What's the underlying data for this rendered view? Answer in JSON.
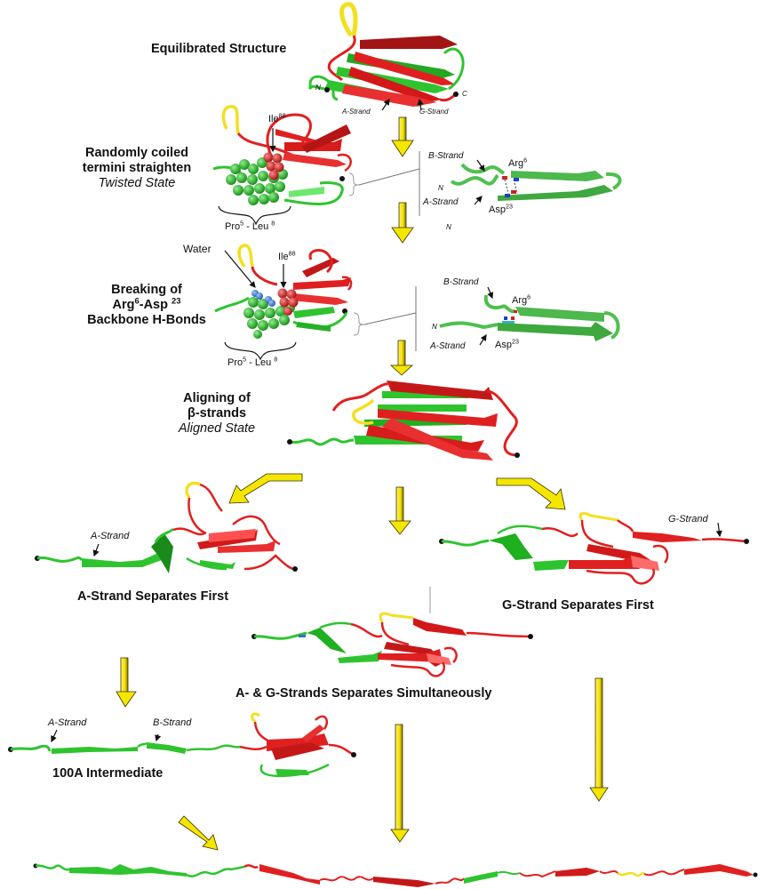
{
  "figure": {
    "description": "Unfolding pathway of a beta-sandwich protein domain",
    "colors": {
      "strand_green": "#2fc42f",
      "strand_red": "#e02020",
      "loop_yellow": "#f2e020",
      "arrow_yellow": "#f5e600",
      "arrow_outline": "#3a3200",
      "sphere_blue": "#3c7fd6",
      "terminus_black": "#111111",
      "bracket_gray": "#777777"
    }
  },
  "stages": {
    "equilibrated": {
      "title": "Equilibrated Structure",
      "labels": {
        "n_term": "N",
        "c_term": "C",
        "a_strand": "A-Strand",
        "g_strand": "G-Strand"
      }
    },
    "twisted": {
      "title_line1": "Randomly coiled",
      "title_line2": "termini straighten",
      "subtitle": "Twisted State",
      "labels": {
        "ile_base": "Ile",
        "ile_sup": "88",
        "pro_base": "Pro",
        "pro_sup": "5",
        "leu_base": " - Leu ",
        "leu_sup": "8"
      },
      "inset": {
        "b_strand": "B-Strand",
        "a_strand": "A-Strand",
        "n_term": "N",
        "n_term2": "N",
        "arg_base": "Arg",
        "arg_sup": "6",
        "asp_base": "Asp",
        "asp_sup": "23"
      }
    },
    "breaking": {
      "title_line1": "Breaking of",
      "title_line2_a": "Arg",
      "title_line2_sup1": "6",
      "title_line2_b": "-Asp ",
      "title_line2_sup2": "23",
      "title_line3": "Backbone H-Bonds",
      "labels": {
        "water": "Water",
        "ile_base": "Ile",
        "ile_sup": "88",
        "pro_base": "Pro",
        "pro_sup": "5",
        "leu_base": " - Leu ",
        "leu_sup": "8"
      },
      "inset": {
        "b_strand": "B-Strand",
        "a_strand": "A-Strand",
        "n_term": "N",
        "arg_base": "Arg",
        "arg_sup": "6",
        "asp_base": "Asp",
        "asp_sup": "23"
      }
    },
    "aligned": {
      "title_line1": "Aligning of",
      "title_line2": "β-strands",
      "subtitle": "Aligned State"
    },
    "a_first": {
      "title": "A-Strand Separates First",
      "labels": {
        "a_strand": "A-Strand"
      }
    },
    "g_first": {
      "title": "G-Strand Separates First",
      "labels": {
        "g_strand": "G-Strand"
      }
    },
    "simultaneous": {
      "title": "A- & G-Strands Separates Simultaneously"
    },
    "intermediate": {
      "title": "100A Intermediate",
      "labels": {
        "a_strand": "A-Strand",
        "b_strand": "B-Strand"
      }
    },
    "unfolded": {
      "title": ""
    }
  }
}
